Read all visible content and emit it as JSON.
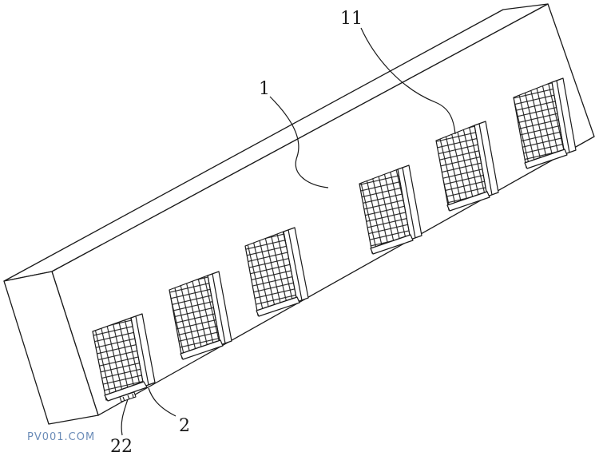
{
  "labels": {
    "main_body": "1",
    "mesh_panel": "11",
    "side_part": "2",
    "bottom_part": "22"
  },
  "watermark": "PV001.COM",
  "colors": {
    "line": "#1a1a1a",
    "watermark": "#6b8cb8"
  }
}
